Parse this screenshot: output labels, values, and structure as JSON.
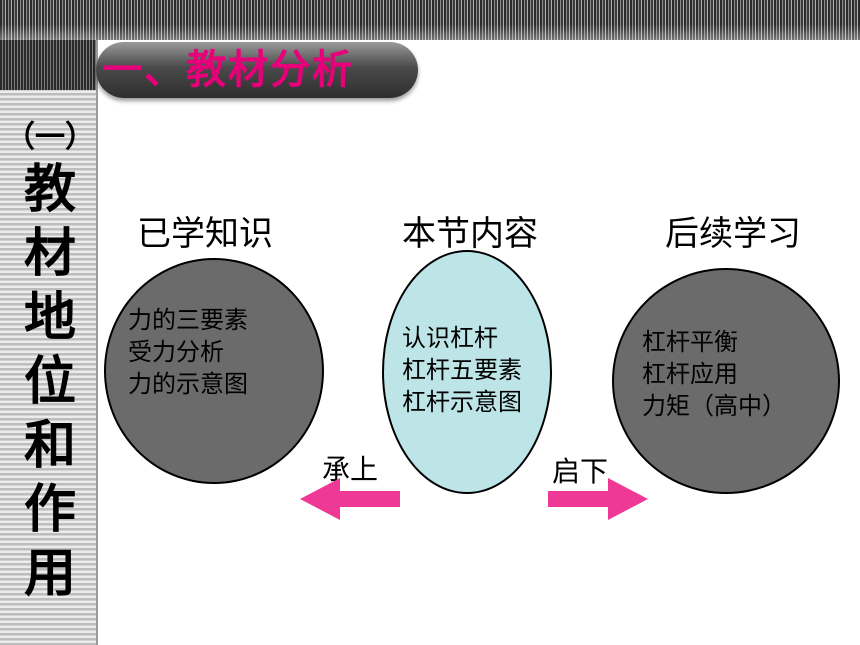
{
  "slide": {
    "title": "一、教材分析",
    "section_marker": "（一）",
    "vertical_heading": [
      "教",
      "材",
      "地",
      "位",
      "和",
      "作",
      "用"
    ]
  },
  "columns": {
    "left": {
      "heading": "已学知识",
      "items": [
        "力的三要素",
        "受力分析",
        "力的示意图"
      ]
    },
    "center": {
      "heading": "本节内容",
      "items": [
        "认识杠杆",
        "杠杆五要素",
        "杠杆示意图"
      ]
    },
    "right": {
      "heading": "后续学习",
      "items": [
        "杠杆平衡",
        "杠杆应用",
        "力矩（高中）"
      ]
    }
  },
  "arrows": {
    "left_label": "承上",
    "right_label": "启下"
  },
  "colors": {
    "title_text": "#e8007a",
    "arrow": "#ee3a96",
    "gray_circle": "#6b6b6b",
    "center_ellipse": "#bde4e6"
  }
}
